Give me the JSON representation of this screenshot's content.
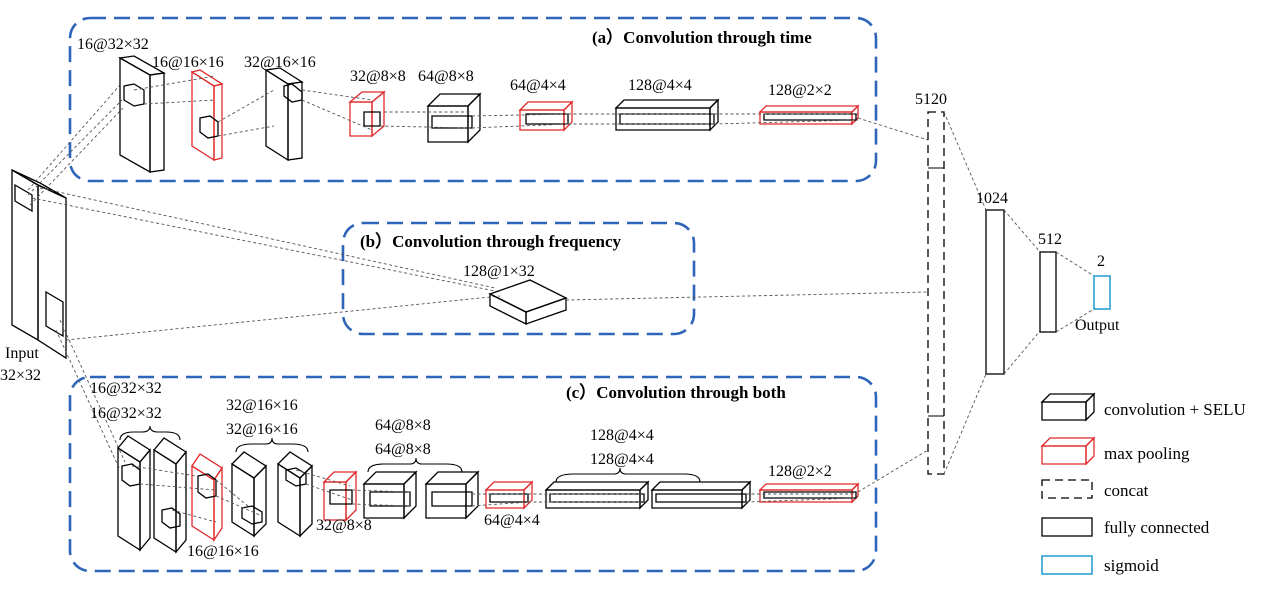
{
  "groups": {
    "time": {
      "title": "(a）Convolution through time",
      "labels": [
        "16@32×32",
        "16@16×16",
        "32@16×16",
        "32@8×8",
        "64@8×8",
        "64@4×4",
        "128@4×4",
        "128@2×2"
      ]
    },
    "freq": {
      "title": "(b）Convolution through frequency",
      "labels": [
        "128@1×32"
      ]
    },
    "both": {
      "title": "(c）Convolution through both",
      "labels": [
        "16@32×32",
        "16@32×32",
        "32@16×16",
        "32@16×16",
        "64@8×8",
        "64@8×8",
        "128@4×4",
        "128@4×4",
        "128@2×2",
        "16@16×16",
        "32@8×8",
        "64@4×4"
      ]
    }
  },
  "input": {
    "line1": "Input",
    "line2": "32×32"
  },
  "fc": {
    "concat": "5120",
    "fc1": "1024",
    "fc2": "512",
    "out": "2",
    "output_label": "Output"
  },
  "legend": [
    {
      "shape": "cube-black",
      "label": "convolution + SELU"
    },
    {
      "shape": "cube-red",
      "label": "max pooling"
    },
    {
      "shape": "rect-dashed",
      "label": "concat"
    },
    {
      "shape": "rect-black",
      "label": "fully connected"
    },
    {
      "shape": "rect-blue",
      "label": "sigmoid"
    }
  ],
  "colors": {
    "group_border": "#2f65b8",
    "pooling": "#e0282a",
    "sigmoid": "#2e9fd6"
  }
}
